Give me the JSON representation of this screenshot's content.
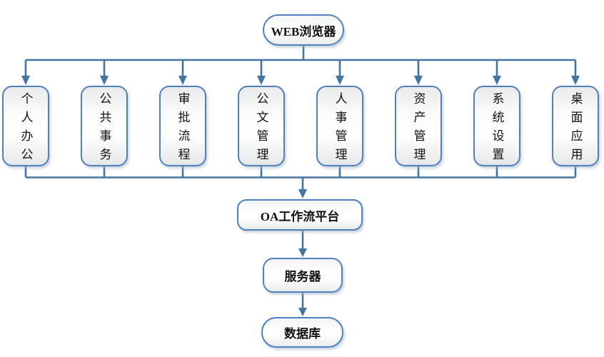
{
  "nodes": {
    "browser": {
      "label": "WEB浏览器"
    },
    "platform": {
      "label": "OA工作流平台"
    },
    "server": {
      "label": "服务器"
    },
    "database": {
      "label": "数据库"
    }
  },
  "modules": [
    {
      "label": "个人办公"
    },
    {
      "label": "公共事务"
    },
    {
      "label": "审批流程"
    },
    {
      "label": "公文管理"
    },
    {
      "label": "人事管理"
    },
    {
      "label": "资产管理"
    },
    {
      "label": "系统设置"
    },
    {
      "label": "桌面应用"
    }
  ],
  "colors": {
    "line": "#4474A4",
    "node_border": "#4F81BD",
    "text": "#111111"
  }
}
